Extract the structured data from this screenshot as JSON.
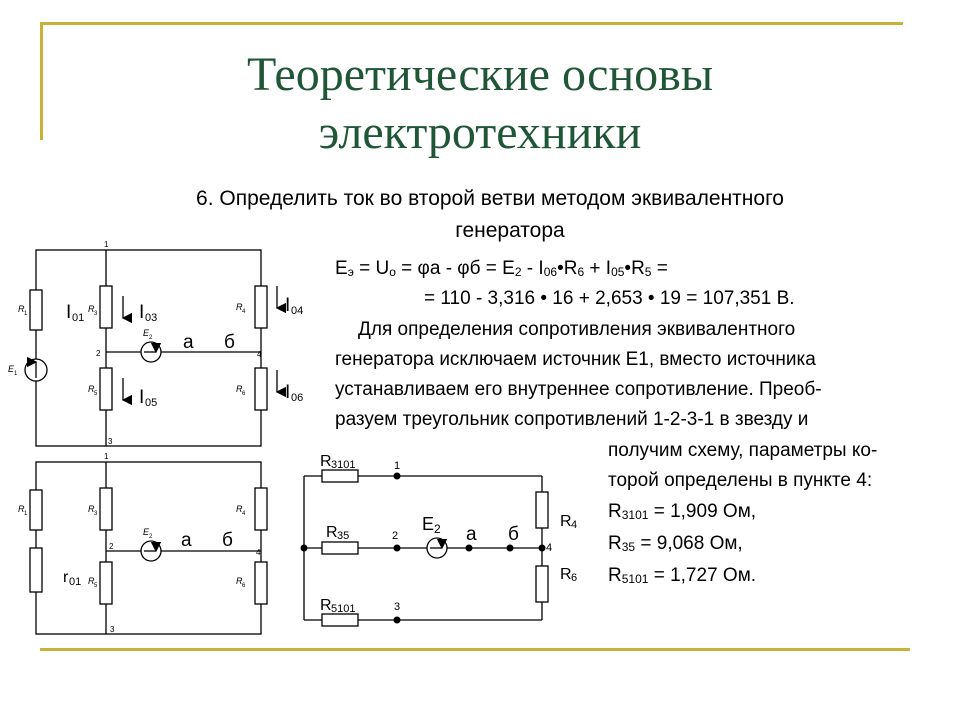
{
  "title_line1": "Теоретические основы",
  "title_line2": "электротехники",
  "task_line1": "6. Определить ток во второй ветви методом эквивалентного",
  "task_line2": "генератора",
  "formula1": {
    "E": "E",
    "e_sub": "э",
    "eq1": " = U",
    "u_sub": "o",
    "eq2": " = φa - φб = E",
    "e2_sub": "2",
    "minus": " - I",
    "i06_sub": "06",
    "r6": "•R",
    "r6_sub": "6",
    "plus": " + I",
    "i05_sub": "05",
    "r5": "•R",
    "r5_sub": "5",
    "end": " ="
  },
  "formula2": "= 110 - 3,316 • 16 + 2,653 • 19 = 107,351 В.",
  "para": [
    "Для определения сопротивления эквивалентного",
    "генератора исключаем источник Е1, вместо источника",
    "устанавливаем его внутреннее сопротивление. Преоб-",
    "разуем треугольник сопротивлений 1-2-3-1 в звезду и",
    "получим схему, параметры ко-",
    "торой определены в пункте 4:"
  ],
  "results": [
    {
      "name": "R",
      "sub": "3101",
      "value": " = 1,909 Ом,"
    },
    {
      "name": "R",
      "sub": "35",
      "value": " = 9,068 Ом,"
    },
    {
      "name": "R",
      "sub": "5101",
      "value": " = 1,727 Ом."
    }
  ],
  "circuit1": {
    "node_top": "1",
    "node_mid_left": "2",
    "node_bottom": "3",
    "node_mid_right": "4",
    "R1": "R",
    "R1s": "1",
    "R3": "R",
    "R3s": "3",
    "R5": "R",
    "R5s": "5",
    "R4": "R",
    "R4s": "4",
    "R6": "R",
    "R6s": "6",
    "E1": "E",
    "E1s": "1",
    "E2": "E",
    "E2s": "2",
    "I01": "I",
    "I01s": "01",
    "I03": "I",
    "I03s": "03",
    "I04": "I",
    "I04s": "04",
    "I05": "I",
    "I05s": "05",
    "I06": "I",
    "I06s": "06",
    "a": "а",
    "b": "б"
  },
  "circuit2": {
    "node_top": "1",
    "node_mid_left": "2",
    "node_bottom": "3",
    "node_mid_right": "4",
    "R1": "R",
    "R1s": "1",
    "R3": "R",
    "R3s": "3",
    "R5": "R",
    "R5s": "5",
    "R4": "R",
    "R4s": "4",
    "R6": "R",
    "R6s": "6",
    "r01": "r",
    "r01s": "01",
    "E2": "E",
    "E2s": "2",
    "a": "а",
    "b": "б"
  },
  "circuit3": {
    "R3101": "R",
    "R3101s": "3101",
    "R35": "R",
    "R35s": "35",
    "R5101": "R",
    "R5101s": "5101",
    "R4": "R",
    "R4s": "4",
    "R6": "R",
    "R6s": "6",
    "n1": "1",
    "n2": "2",
    "n3": "3",
    "n4": "4",
    "E2": "E",
    "E2s": "2",
    "a": "а",
    "b": "б"
  }
}
